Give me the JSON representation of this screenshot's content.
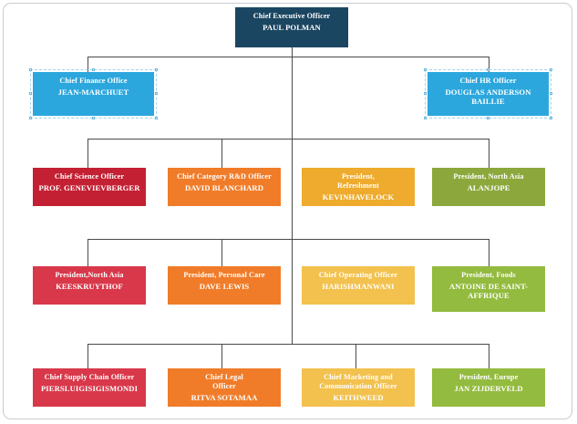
{
  "chart": {
    "type": "org-chart",
    "accent_colors": {
      "navy": "#1b4661",
      "blue": "#2ca7dd",
      "red": "#d8384a",
      "crimson": "#c42033",
      "orange": "#f07c29",
      "amber": "#eeab2d",
      "gold": "#f2c14e",
      "olive": "#8ca83d",
      "green": "#93bb3f",
      "connector": "#4a4a4a",
      "canvas": "#ffffff"
    }
  },
  "nodes": {
    "ceo": {
      "title": "Chief Executive Officer",
      "name": "PAUL POLMAN"
    },
    "row1": [
      {
        "title": "Chief Finance Office",
        "name": "JEAN-MARCHUET"
      },
      {
        "title": "Chief HR Officer",
        "name": "DOUGLAS ANDERSON\nBAILLIE"
      }
    ],
    "row2": [
      {
        "title": "Chief Science  Officer",
        "name": "PROF. GENEVIEVBERGER"
      },
      {
        "title": "Chief Category R&D Officer",
        "name": "DAVID BLANCHARD"
      },
      {
        "title": "President,\nRefreshment",
        "name": "KEVINHAVELOCK"
      },
      {
        "title": "President,  North Asia",
        "name": "ALANJOPE"
      }
    ],
    "row3": [
      {
        "title": "President,North  Asia",
        "name": "KEESKRUYTHOF"
      },
      {
        "title": "President,  Personal  Care",
        "name": "DAVE LEWIS"
      },
      {
        "title": "Chief Operating  Officer",
        "name": "HARISHMANWANI"
      },
      {
        "title": "President,  Foods",
        "name": "ANTOINE DE SAINT-\nAFFRIQUE"
      }
    ],
    "row4": [
      {
        "title": "Chief Supply Chain Officer",
        "name": "PIERSLUIGISIGISMONDI"
      },
      {
        "title": "Chief Legal\nOfficer",
        "name": "RITVA SOTAMAA"
      },
      {
        "title": "Chief Marketing  and\nCommunication  Officer",
        "name": "KEITHWEED"
      },
      {
        "title": "President,  Europe",
        "name": "JAN ZIJDERVELD"
      }
    ]
  }
}
